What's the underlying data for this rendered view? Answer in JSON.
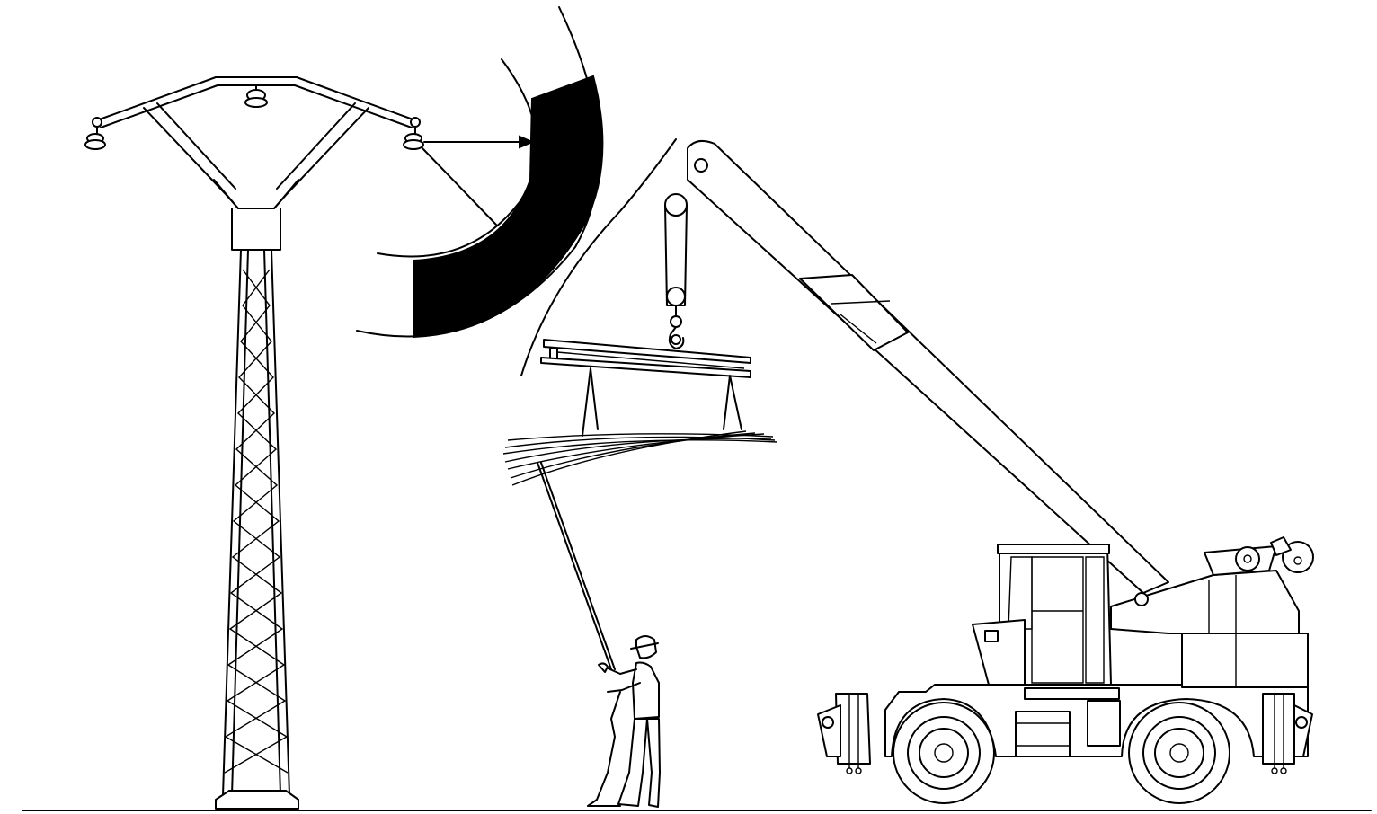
{
  "figure": {
    "kind": "line-art safety illustration",
    "colors": {
      "ink": "#000000",
      "background": "#ffffff",
      "danger_zone_fill": "#000000"
    },
    "elements": [
      "power-line-pylon",
      "danger-zone-arc",
      "mobile-crane",
      "suspended-steel-beam",
      "guide-rope",
      "worker",
      "ground-line"
    ]
  }
}
